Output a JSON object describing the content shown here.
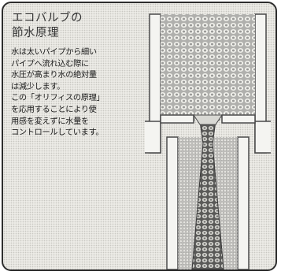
{
  "title": {
    "line1": "エコバルブの",
    "line2": "節水原理"
  },
  "body": {
    "lines": [
      "水は太いパイプから細い",
      "パイプへ流れ込む際に",
      "水圧が高まり水の絶対量",
      "は減少します。",
      "この「オリフィスの原理」",
      "を応用することにより使",
      "用感を変えずに水量を",
      "コントロールしています。"
    ]
  },
  "diagram": {
    "icon": "pipe-orifice-diagram",
    "colors": {
      "wall": "#555555",
      "water": "#777777",
      "background": "#ecebe6"
    }
  }
}
